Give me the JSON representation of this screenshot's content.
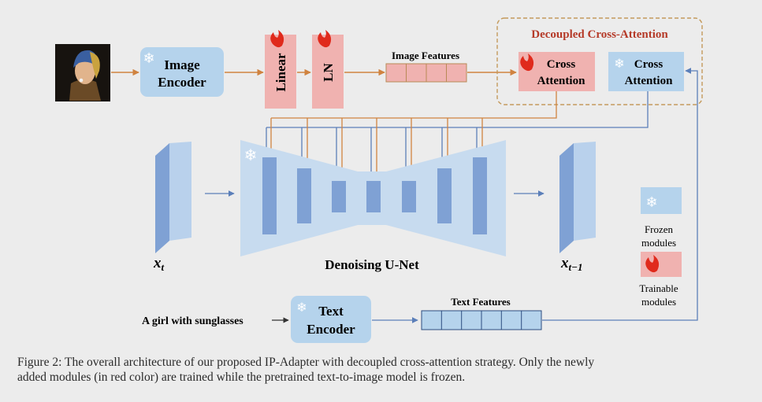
{
  "figure": {
    "image_encoder": {
      "line1": "Image",
      "line2": "Encoder",
      "frozen": true
    },
    "linear_label": "Linear",
    "ln_label": "LN",
    "image_features_label": "Image Features",
    "decoupled_title": "Decoupled Cross-Attention",
    "cross_attention_trainable": {
      "line1": "Cross",
      "line2": "Attention"
    },
    "cross_attention_frozen": {
      "line1": "Cross",
      "line2": "Attention"
    },
    "unet_label": "Denoising U-Net",
    "prompt_text": "A girl with sunglasses",
    "text_encoder": {
      "line1": "Text",
      "line2": "Encoder",
      "frozen": true
    },
    "text_features_label": "Text Features",
    "x_in": {
      "base": "x",
      "sub": "t"
    },
    "x_out": {
      "base": "x",
      "sub": "t−1"
    },
    "legend": {
      "frozen_line1": "Frozen",
      "frozen_line2": "modules",
      "trainable_line1": "Trainable",
      "trainable_line2": "modules"
    },
    "colors": {
      "frozen_fill": "#b5d3ec",
      "trainable_fill": "#f0b2b0",
      "unet_fill": "#c7dbef",
      "unet_bar": "#7fa1d4",
      "orange_line": "#d08340",
      "blue_line": "#5b7fb9",
      "title_red": "#b53a28",
      "flame": "#e02a1c"
    }
  },
  "caption": {
    "line1": "Figure 2: The overall architecture of our proposed IP-Adapter with decoupled cross-attention strategy. Only the newly",
    "line2": "added modules (in red color) are trained while the pretrained text-to-image model is frozen."
  }
}
